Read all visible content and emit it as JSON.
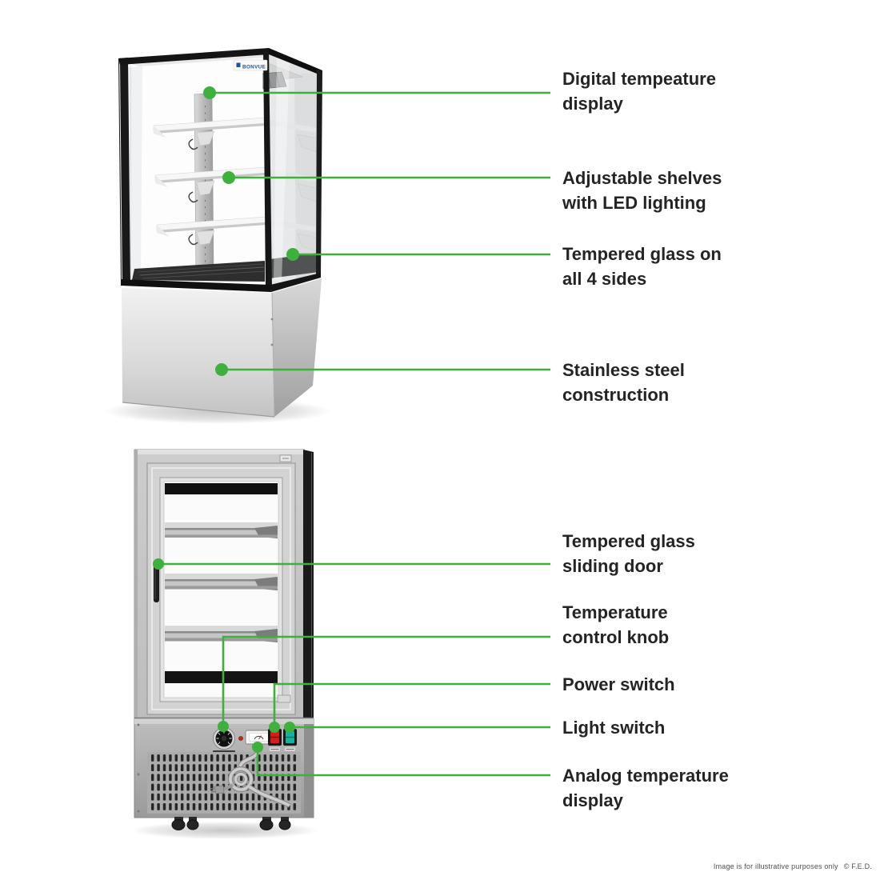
{
  "theme": {
    "accent_green": "#3EB03E",
    "label_color": "#242424",
    "footer_color": "#4f4f4f",
    "brand_blue": "#1d52a8"
  },
  "brand": {
    "label": "BONVUE"
  },
  "annotations": [
    {
      "id": "digital-temperature-display",
      "line1": "Digital tempeature",
      "line2": "display"
    },
    {
      "id": "adjustable-shelves",
      "line1": "Adjustable shelves",
      "line2": "with LED lighting"
    },
    {
      "id": "tempered-glass",
      "line1": "Tempered glass on",
      "line2": "all 4 sides"
    },
    {
      "id": "stainless-steel",
      "line1": "Stainless steel",
      "line2": "construction"
    },
    {
      "id": "sliding-door",
      "line1": "Tempered glass",
      "line2": "sliding door"
    },
    {
      "id": "temperature-control-knob",
      "line1": "Temperature",
      "line2": "control knob"
    },
    {
      "id": "power-switch",
      "line1": "Power switch",
      "line2": ""
    },
    {
      "id": "light-switch",
      "line1": "Light switch",
      "line2": ""
    },
    {
      "id": "analog-temperature-display",
      "line1": "Analog temperature",
      "line2": "display"
    }
  ],
  "footer": {
    "note": "Image is for illustrative purposes only",
    "copyright": "© F.E.D."
  }
}
